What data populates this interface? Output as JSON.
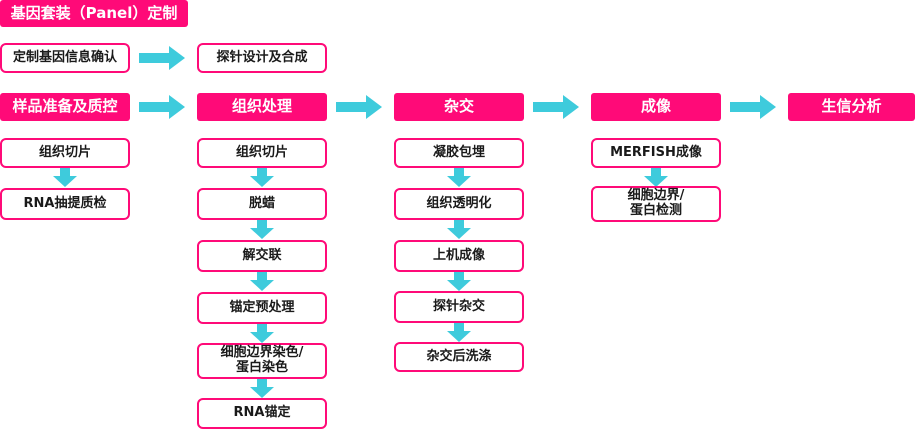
{
  "colors": {
    "accent": "#ff0a78",
    "arrow": "#3ecbdc"
  },
  "header": {
    "title": "基因套装（Panel）定制"
  },
  "customization_row": {
    "step1": "定制基因信息确认",
    "step2": "探针设计及合成"
  },
  "stages": [
    {
      "label": "样品准备及质控",
      "steps": [
        "组织切片",
        "RNA抽提质检"
      ]
    },
    {
      "label": "组织处理",
      "steps": [
        "组织切片",
        "脱蜡",
        "解交联",
        "锚定预处理",
        "细胞边界染色/\n蛋白染色",
        "RNA锚定"
      ]
    },
    {
      "label": "杂交",
      "steps": [
        "凝胶包埋",
        "组织透明化",
        "上机成像",
        "探针杂交",
        "杂交后洗涤"
      ]
    },
    {
      "label": "成像",
      "steps": [
        "MERFISH成像",
        "细胞边界/\n蛋白检测"
      ]
    },
    {
      "label": "生信分析",
      "steps": []
    }
  ]
}
